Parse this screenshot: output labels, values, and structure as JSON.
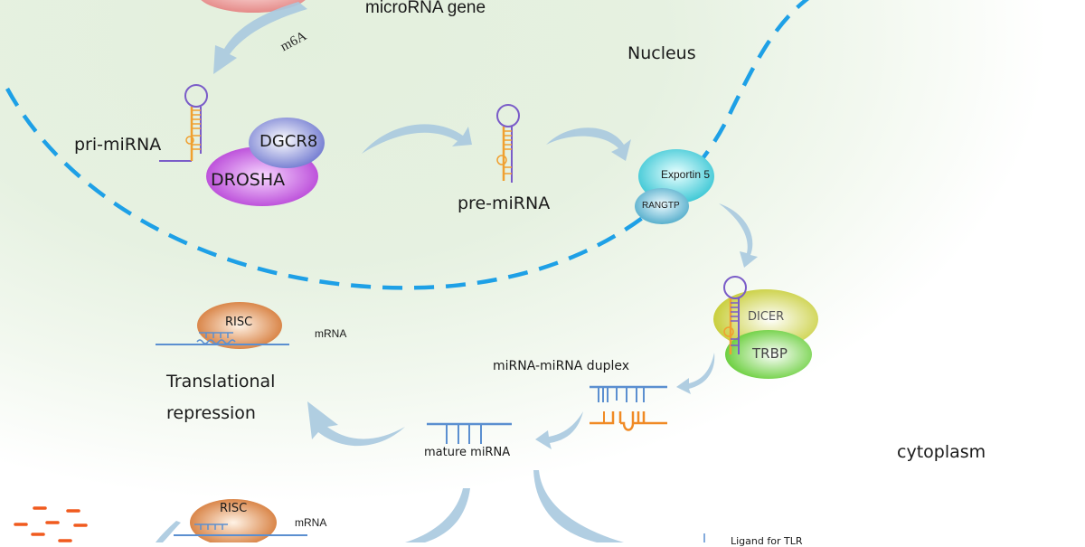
{
  "diagram": {
    "title_fragment": "microRNA gene",
    "modification_label": "m6A",
    "compartments": {
      "nucleus": "Nucleus",
      "cytoplasm": "cytoplasm"
    },
    "molecules": {
      "pri_mirna": "pri-miRNA",
      "pre_mirna": "pre-miRNA",
      "duplex": "miRNA-miRNA duplex",
      "mature": "mature miRNA",
      "mrna_top": "mRNA",
      "mrna_bottom": "mRNA"
    },
    "proteins": {
      "dgcr8": "DGCR8",
      "drosha": "DROSHA",
      "exportin": "Exportin 5",
      "rangtp": "RANGTP",
      "dicer": "DICER",
      "trbp": "TRBP",
      "risc_top": "RISC",
      "risc_bottom": "RISC"
    },
    "outcomes": {
      "translational_repression_line1": "Translational",
      "translational_repression_line2": "repression",
      "tlr_ligand_partial": "Ligand for TLR"
    },
    "colors": {
      "membrane": "#1ea0e6",
      "arrow": "#a9c9df",
      "strand_blue": "#5b8fd0",
      "strand_orange": "#f08a24",
      "loop_purple": "#7a5cc8",
      "drosha": "#b73fd6",
      "dgcr8": "#7d85d6",
      "exportin": "#4cc9d4",
      "rangtp": "#62b6cf",
      "dicer": "#c9cf3a",
      "trbp": "#6fd040",
      "risc": "#d9782a",
      "fragments": "#f05a1e",
      "gene_pink": "#e8908e"
    }
  }
}
